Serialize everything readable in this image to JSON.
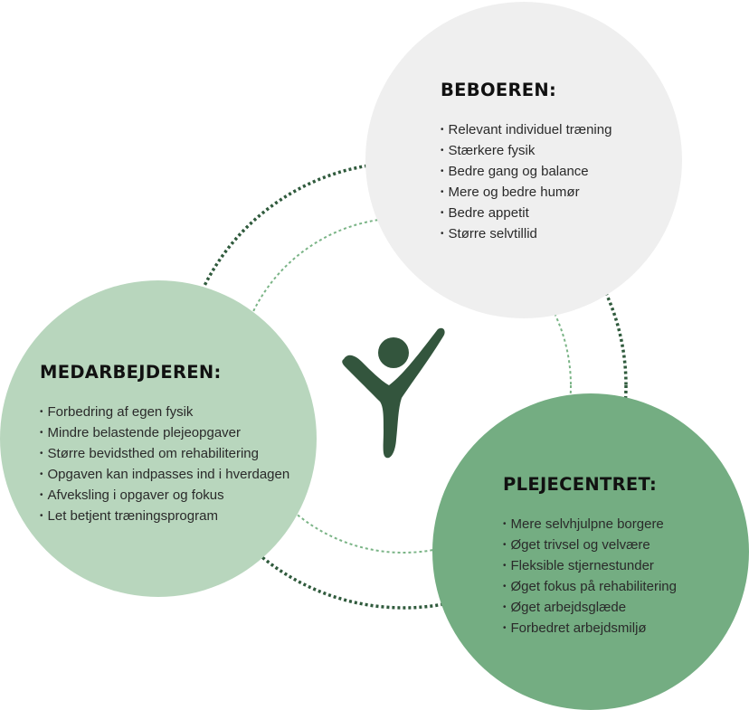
{
  "colors": {
    "beboer_circle": "#efefef",
    "medarbejder_circle": "#b8d6bd",
    "plejecenter_circle": "#74ad82",
    "dotted_outer": "#2f5a3c",
    "dotted_inner": "#7ab486",
    "logo": "#33553d"
  },
  "icons": {
    "logo": "person-raising-arms-icon"
  },
  "beboer": {
    "title": "BEBOEREN:",
    "items": [
      "Relevant individuel træning",
      "Stærkere fysik",
      "Bedre gang og balance",
      "Mere og bedre humør",
      "Bedre appetit",
      "Større selvtillid"
    ]
  },
  "medarbejder": {
    "title": "MEDARBEJDEREN:",
    "items": [
      "Forbedring af egen fysik",
      "Mindre belastende plejeopgaver",
      "Større bevidsthed om rehabilitering",
      "Opgaven kan indpasses ind i hverdagen",
      "Afveksling i opgaver og fokus",
      "Let betjent træningsprogram"
    ]
  },
  "plejecenter": {
    "title": "PLEJECENTRET:",
    "items": [
      "Mere selvhjulpne borgere",
      "Øget trivsel og velvære",
      "Fleksible stjernestunder",
      "Øget fokus på rehabilitering",
      "Øget arbejdsglæde",
      "Forbedret arbejdsmiljø"
    ]
  }
}
